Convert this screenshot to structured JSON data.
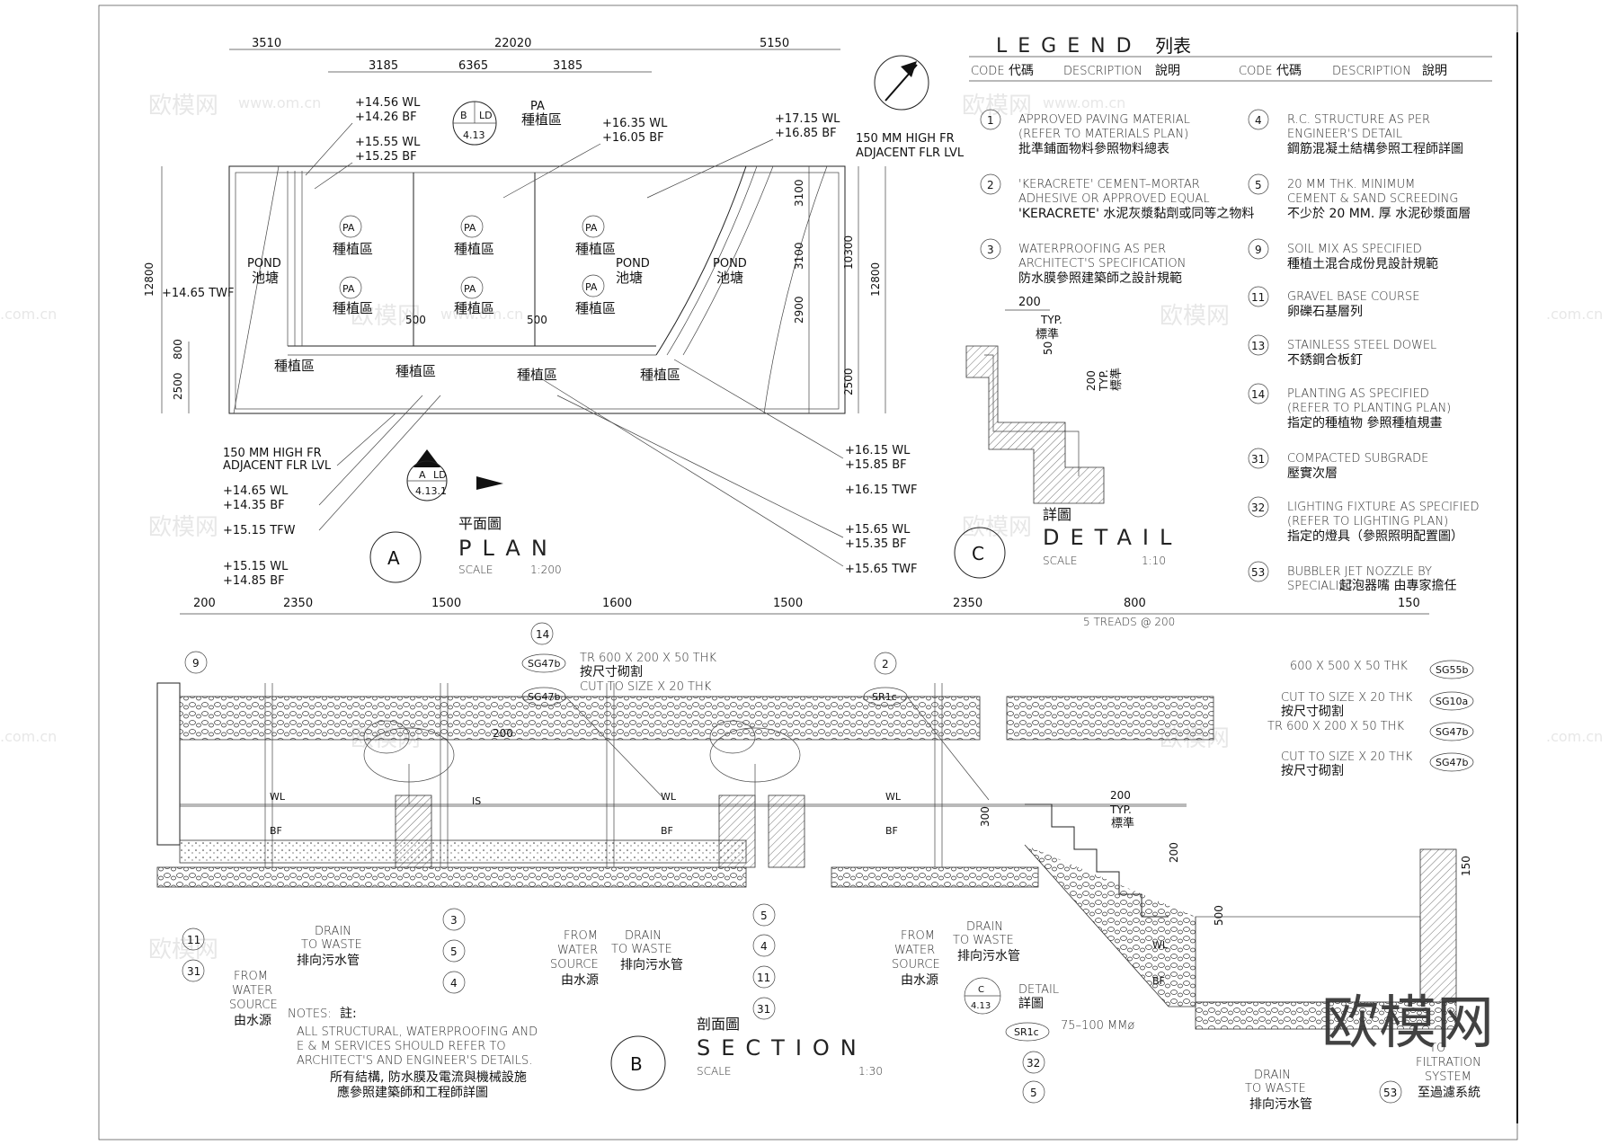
{
  "legend": {
    "title": "LEGEND",
    "title_cn": "列表",
    "col_code": "CODE",
    "col_code_cn": "代碼",
    "col_desc": "DESCRIPTION",
    "col_desc_cn": "說明",
    "items_left": [
      {
        "code": "1",
        "en": "APPROVED PAVING MATERIAL",
        "en2": "(REFER TO MATERIALS PLAN)",
        "cn": "批準鋪面物料參照物料總表"
      },
      {
        "code": "2",
        "en": "'KERACRETE' CEMENT–MORTAR",
        "en2": "ADHESIVE OR APPROVED EQUAL",
        "cn": "'KERACRETE'    水泥灰漿黏劑或同等之物料"
      },
      {
        "code": "3",
        "en": "WATERPROOFING AS PER",
        "en2": "ARCHITECT'S SPECIFICATION",
        "cn": "防水膜參照建築師之設計規範"
      }
    ],
    "items_right": [
      {
        "code": "4",
        "en": "R.C. STRUCTURE AS PER",
        "en2": "ENGINEER'S DETAIL",
        "cn": "鋼筋混凝土結構參照工程師詳圖"
      },
      {
        "code": "5",
        "en": "20 MM THK. MINIMUM",
        "en2": "CEMENT & SAND SCREEDING",
        "cn": "不少於 20 MM.  厚 水泥砂漿面層"
      },
      {
        "code": "9",
        "en": "SOIL MIX AS SPECIFIED",
        "en2": "",
        "cn": "種植土混合成份見設計規範"
      },
      {
        "code": "11",
        "en": "GRAVEL BASE COURSE",
        "en2": "",
        "cn": "卵礫石基層列"
      },
      {
        "code": "13",
        "en": "STAINLESS STEEL DOWEL",
        "en2": "",
        "cn": "不銹鋼合板釘"
      },
      {
        "code": "14",
        "en": "PLANTING AS SPECIFIED",
        "en2": "(REFER TO PLANTING PLAN)",
        "cn": "指定的種植物 參照種植規畫"
      },
      {
        "code": "31",
        "en": "COMPACTED SUBGRADE",
        "en2": "",
        "cn": "壓實次層"
      },
      {
        "code": "32",
        "en": "LIGHTING FIXTURE AS SPECIFIED",
        "en2": "(REFER TO LIGHTING PLAN)",
        "cn": "指定的燈具（參照照明配置圖）"
      },
      {
        "code": "53",
        "en": "BUBBLER JET NOZZLE BY",
        "en2": "SPECIALIST",
        "cn": "起泡器嘴  由專家擔任"
      }
    ]
  },
  "plan": {
    "letter": "A",
    "title_cn": "平面圖",
    "title": "PLAN",
    "scale_label": "SCALE",
    "scale": "1:200",
    "dims_top": [
      "3510",
      "22020",
      "5150"
    ],
    "dims_top2": [
      "3185",
      "6365",
      "3185"
    ],
    "dims_right": [
      "3100",
      "3100",
      "2900",
      "2500",
      "10300",
      "12800"
    ],
    "dims_left": [
      "12800",
      "2500",
      "800"
    ],
    "dim_500": "500",
    "levels_tl": [
      "+14.56 WL",
      "+14.26  BF",
      "+15.55 WL",
      "+15.25 BF"
    ],
    "levels_tm": [
      "+16.35 WL",
      "+16.05 BF"
    ],
    "levels_tr": [
      "+17.15 WL",
      "+16.85 BF"
    ],
    "note_fr1": "150 MM HIGH FR",
    "note_fr2": "ADJACENT FLR LVL",
    "note_fr3": "150 MM HIGH FR",
    "note_fr4": "ADJACENT FLR LVL",
    "twf_left": "+14.65 TWF",
    "levels_bl": [
      "+14.65 WL",
      "+14.35 BF",
      "+15.15 TFW",
      "+15.15 WL",
      "+14.85 BF"
    ],
    "levels_br": [
      "+16.15 WL",
      "+15.85 BF",
      "+16.15 TWF",
      "+15.65 WL",
      "+15.35 BF",
      "+15.65 TWF"
    ],
    "pa": "PA",
    "plant_cn": "種植區",
    "pond": "POND",
    "pond_cn": "池塘",
    "sec_b": "B",
    "sec_b_ref": "LD",
    "sec_b_no": "4.13",
    "sec_a": "A",
    "sec_a_ref": "LD",
    "sec_a_no": "4.13.1"
  },
  "detail": {
    "letter": "C",
    "title_cn": "詳圖",
    "title": "DETAIL",
    "scale_label": "SCALE",
    "scale": "1:10",
    "d200": "200",
    "typ": "TYP.",
    "typ_cn": "標準",
    "d50": "50",
    "d200v": "200"
  },
  "section": {
    "letter": "B",
    "title_cn": "剖面圖",
    "title": "SECTION",
    "scale_label": "SCALE",
    "scale": "1:30",
    "dims": [
      "200",
      "2350",
      "1500",
      "1600",
      "1500",
      "2350",
      "800",
      "150"
    ],
    "treads": "5 TREADS @ 200",
    "callouts_tl": [
      "TR 600 X 200 X 50 THK",
      "按尺寸砌割",
      "CUT TO SIZE X 20 THK"
    ],
    "tags": [
      "SG47b",
      "SG47b",
      "SR1c",
      "SG55b",
      "SG10a",
      "SG47b",
      "SG47b",
      "SR1c"
    ],
    "callouts_tr": [
      "600 X 500 X 50 THK",
      "CUT TO SIZE X 20 THK",
      "按尺寸砌割",
      "TR 600 X 200 X 50 THK",
      "CUT TO SIZE X 20 THK",
      "按尺寸砌割"
    ],
    "wl": "WL",
    "bf": "BF",
    "is": "IS",
    "d200": "200",
    "d300": "300",
    "d500": "500",
    "drain1": "DRAIN",
    "drain2": "TO WASTE",
    "drain_cn": "排向污水管",
    "from1": "FROM",
    "from2": "WATER",
    "from3": "SOURCE",
    "from_cn": "由水源",
    "detail_ref": "DETAIL",
    "detail_cn": "詳圖",
    "pipe": "75–100 MMø",
    "to": "TO",
    "filt1": "FILTRATION",
    "filt2": "SYSTEM",
    "filt_cn": "至過濾系統",
    "d150": "150",
    "typ": "TYP.",
    "typ_cn": "標準",
    "circles_left": [
      "9",
      "11",
      "31",
      "3",
      "5",
      "4"
    ],
    "circles_mid": [
      "14",
      "2",
      "5",
      "4",
      "11",
      "31"
    ],
    "circles_right": [
      "32",
      "5",
      "53"
    ]
  },
  "notes": {
    "title": "NOTES:",
    "title_cn": "註:",
    "lines": [
      "ALL STRUCTURAL, WATERPROOFING AND",
      "E & M SERVICES SHOULD REFER TO",
      "ARCHITECT'S AND ENGINEER'S DETAILS."
    ],
    "lines_cn": [
      "所有結構, 防水膜及電流與機械設施",
      "應參照建築師和工程師詳圖"
    ]
  },
  "watermark": {
    "brand": "欧模网",
    "url": "www.om.cn",
    "suffix": ".com.cn"
  }
}
